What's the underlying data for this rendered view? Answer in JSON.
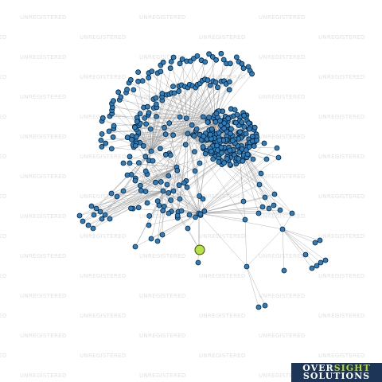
{
  "watermark": {
    "text": "UNREGISTERED"
  },
  "logo": {
    "word1": "OVER",
    "word2": "SIGHT",
    "word3": "SOLUTIONS"
  },
  "colors": {
    "node_fill": "#2a7fc0",
    "node_stroke": "#0c1e30",
    "edge": "#9a9a9a",
    "focus_node": "#b6e244",
    "watermark": "#e2e2e2",
    "logo_bg": "#1d3556",
    "logo_accent": "#b9d531"
  },
  "graph": {
    "node_count_approx": 420,
    "focus_node_count": 1
  }
}
